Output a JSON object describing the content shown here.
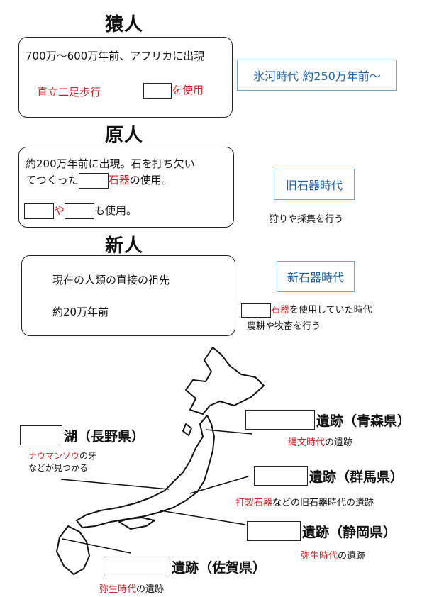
{
  "sections": {
    "saru": {
      "heading": "猿人",
      "line1": "700万〜600万年前、アフリカに出現",
      "red1": "直立二足歩行",
      "tail": "を使用",
      "era_box": "氷河時代 約250万年前〜"
    },
    "genjin": {
      "heading": "原人",
      "line1": "約200万年前に出現。石を打ち欠い",
      "line2a": "てつくった",
      "line2red": "石器",
      "line2b": "の使用。",
      "red_ya": "や",
      "line3b": "も使用。",
      "era_box": "旧石器時代",
      "era_note": "狩りや採集を行う"
    },
    "shinjin": {
      "heading": "新人",
      "line1": "現在の人類の直接の祖先",
      "line2": "約20万年前",
      "era_box": "新石器時代",
      "note_red": "石器",
      "note1": "を使用していた時代",
      "note2": "農耕や牧畜を行う"
    }
  },
  "map": {
    "aomori": {
      "label": "遺跡（青森県）",
      "note_red": "縄文時代",
      "note": "の遺跡"
    },
    "nagano": {
      "label": "湖（長野県）",
      "note_red": "ナウマンゾウ",
      "note_a": "の牙",
      "note_b": "などが見つかる"
    },
    "gunma": {
      "label": "遺跡（群馬県）",
      "note_red": "打製石器",
      "note": "などの旧石器時代の遺跡"
    },
    "shizuoka": {
      "label": "遺跡（静岡県）",
      "note_red": "弥生時代",
      "note": "の遺跡"
    },
    "saga": {
      "label": "遺跡（佐賀県）",
      "note_red": "弥生時代",
      "note": "の遺跡"
    }
  }
}
